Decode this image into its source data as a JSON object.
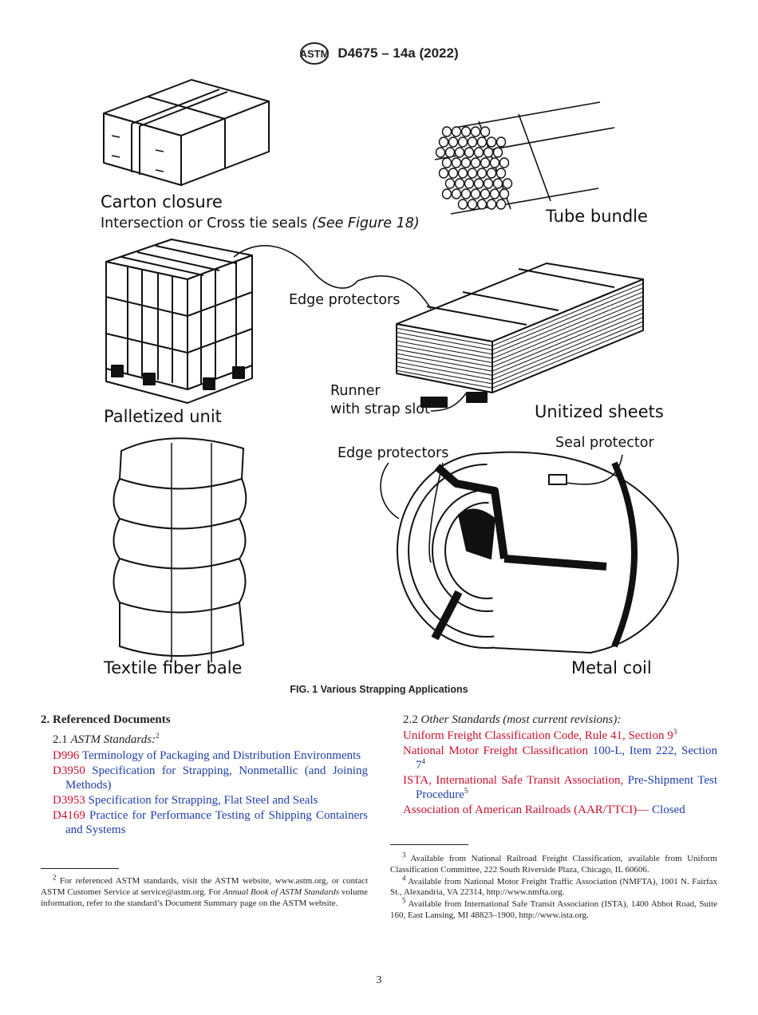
{
  "header": {
    "logo_text": "ASTM",
    "doc_id": "D4675 – 14a (2022)"
  },
  "figure": {
    "labels": {
      "carton": "Carton closure",
      "intersection_prefix": "Intersection or Cross tie seals",
      "intersection_ref": "(See Figure 18)",
      "tube": "Tube bundle",
      "edge1": "Edge protectors",
      "pallet": "Palletized unit",
      "runner_line1": "Runner",
      "runner_line2": "with strap slot",
      "sheets": "Unitized sheets",
      "edge2": "Edge protectors",
      "seal": "Seal protector",
      "bale": "Textile fiber bale",
      "coil": "Metal coil"
    },
    "caption": "FIG. 1 Various Strapping Applications"
  },
  "section": {
    "title": "2. Referenced Documents",
    "sub1": {
      "num": "2.1",
      "label": "ASTM Standards:",
      "fn": "2"
    },
    "astm_refs": [
      {
        "code": "D996",
        "title": "Terminology of Packaging and Distribution Environments"
      },
      {
        "code": "D3950",
        "title": "Specification for Strapping, Nonmetallic (and Joining Methods)"
      },
      {
        "code": "D3953",
        "title": "Specification for Strapping, Flat Steel and Seals"
      },
      {
        "code": "D4169",
        "title": "Practice for Performance Testing of Shipping Containers and Systems"
      }
    ],
    "sub2": {
      "num": "2.2",
      "label": "Other Standards (most current revisions):"
    },
    "other_refs": [
      {
        "code": "Uniform Freight Classification Code, Rule 41, Section 9",
        "title": "",
        "fn": "3"
      },
      {
        "code": "National Motor Freight Classification",
        "title": "100-L, Item 222, Section 7",
        "fn": "4"
      },
      {
        "code": "ISTA, International Safe Transit Association,",
        "title": "Pre-Shipment Test Procedure",
        "fn": "5"
      },
      {
        "code": "Association of American Railroads (AAR/TTCI)—",
        "title": "Closed",
        "fn": ""
      }
    ]
  },
  "footnotes": {
    "fn2": {
      "num": "2",
      "text_a": "For referenced ASTM standards, visit the ASTM website, www.astm.org, or contact ASTM Customer Service at service@astm.org. For",
      "text_italic": "Annual Book of ASTM Standards",
      "text_b": "volume information, refer to the standard’s Document Summary page on the ASTM website."
    },
    "fn3": {
      "num": "3",
      "text": "Available from National Railroad Freight Classification, available from Uniform Classification Committee, 222 South Riverside Plaza, Chicago, IL 60606."
    },
    "fn4": {
      "num": "4",
      "text": "Available from National Motor Freight Traffic Association (NMFTA), 1001 N. Fairfax St., Alexandria, VA 22314, http://www.nmfta.org."
    },
    "fn5": {
      "num": "5",
      "text": "Available from International Safe Transit Association (ISTA), 1400 Abbot Road, Suite 160, East Lansing, MI 48823–1900, http://www.ista.org."
    }
  },
  "page_number": "3"
}
